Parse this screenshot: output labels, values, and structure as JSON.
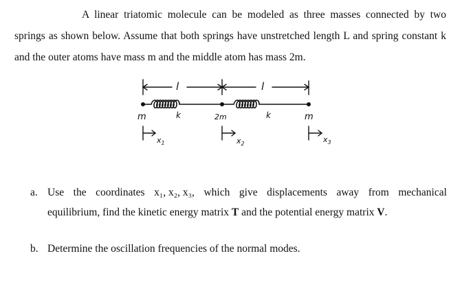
{
  "intro": {
    "text": "A linear triatomic molecule can be modeled as three masses connected by two springs as shown below. Assume that both springs have unstretched length L and spring constant k and the outer atoms have mass m and the middle atom has mass 2m."
  },
  "diagram": {
    "length_label_left": "l",
    "length_label_right": "l",
    "mass_left": "m",
    "mass_middle": "2m",
    "mass_right": "m",
    "spring_left": "k",
    "spring_right": "k",
    "coord_1": "x",
    "coord_1_sub": "1",
    "coord_2": "x",
    "coord_2_sub": "2",
    "coord_3": "x",
    "coord_3_sub": "3"
  },
  "question_a": {
    "marker": "a.",
    "words": [
      "Use",
      "the",
      "coordinates",
      "x₁, x₂, x₃,",
      "which",
      "give",
      "displacements",
      "away",
      "from",
      "mechanical"
    ],
    "line2_pre": "equilibrium, find the kinetic energy matrix ",
    "line2_T": "T",
    "line2_mid": " and the potential energy matrix ",
    "line2_V": "V",
    "line2_end": "."
  },
  "question_b": {
    "marker": "b.",
    "text": "Determine the oscillation frequencies of the normal modes."
  }
}
